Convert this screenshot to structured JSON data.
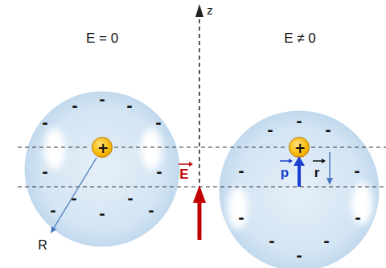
{
  "diagram": {
    "nodes": [
      {
        "text": [
          "-",
          "-",
          "-",
          "-",
          "-",
          "-",
          "-",
          "-",
          "-",
          "-",
          "-",
          "-"
        ]
      },
      {
        "text": [
          "+"
        ],
        "in": 0
      },
      {
        "text": [
          "-",
          "-",
          "-",
          "-",
          "-",
          "-",
          "-",
          "-",
          "-",
          "-"
        ]
      },
      {
        "text": [
          "+"
        ],
        "in": 2
      }
    ],
    "labels": [
      "E = 0",
      "E ≠ 0",
      "z",
      "R",
      "E",
      "p",
      "r"
    ]
  }
}
